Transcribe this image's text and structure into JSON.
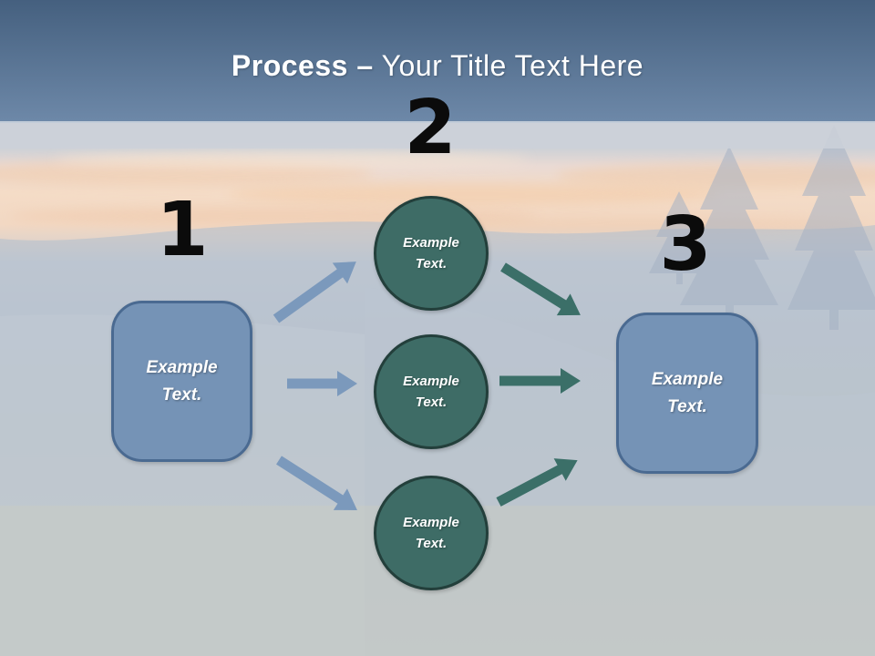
{
  "slide": {
    "title": {
      "bold_part": "Process –",
      "regular_part": "Your Title Text Here"
    }
  },
  "process": {
    "start": {
      "number": "1",
      "label": "Example Text."
    },
    "stages": {
      "number": "2",
      "items": [
        {
          "label": "Example Text."
        },
        {
          "label": "Example Text."
        },
        {
          "label": "Example Text."
        }
      ]
    },
    "end": {
      "number": "3",
      "label": "Example Text."
    }
  },
  "colors": {
    "header_top": "#45607f",
    "header_bottom": "#6d88a8",
    "box_fill": "#7593b6",
    "box_border": "#4a6a91",
    "circle_fill": "#3e6c66",
    "circle_border": "#233f3b",
    "arrow_blue": "#7b99bc",
    "arrow_teal": "#3b6f68",
    "number_color": "#0b0b0b",
    "title_color": "#ffffff",
    "label_color": "#ffffff"
  }
}
